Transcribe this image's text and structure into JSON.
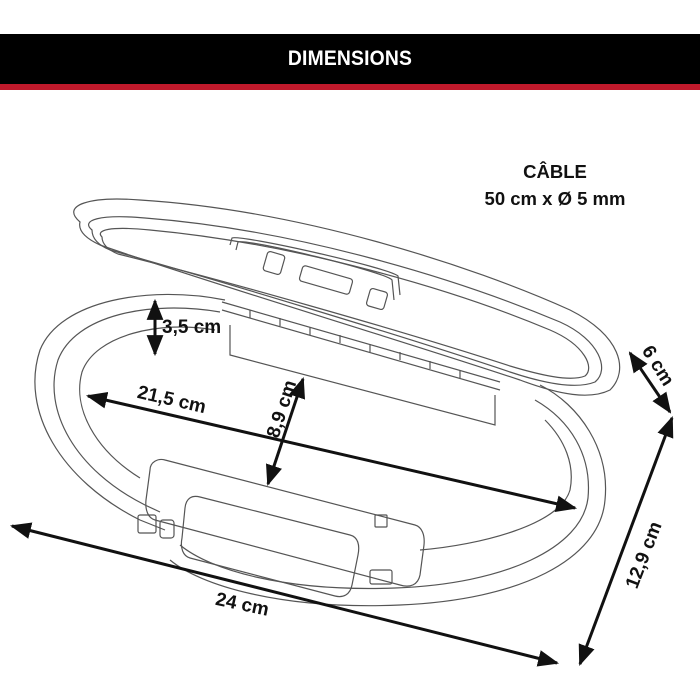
{
  "header": {
    "title": "DIMENSIONS",
    "bar_color": "#000000",
    "accent_color": "#c0192b"
  },
  "cable": {
    "title": "CÂBLE",
    "spec": "50 cm x Ø 5 mm"
  },
  "dimensions": {
    "inner_depth": "3,5 cm",
    "inner_length": "21,5 cm",
    "inner_width": "8,9 cm",
    "outer_length": "24 cm",
    "outer_width": "12,9 cm",
    "outer_height": "6 cm"
  },
  "drawing": {
    "subject": "portable-safe-open-lid-line-drawing",
    "line_color": "#555555",
    "arrow_color": "#111111"
  }
}
